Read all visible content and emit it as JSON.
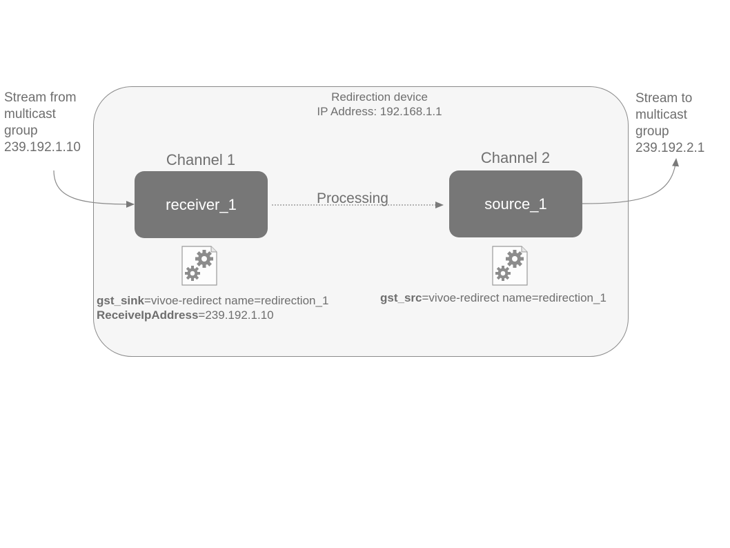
{
  "device": {
    "title": "Redirection device",
    "ip": "IP Address: 192.168.1.1"
  },
  "input_stream": {
    "lines": [
      "Stream from",
      "multicast",
      "group",
      "239.192.1.10"
    ]
  },
  "output_stream": {
    "lines": [
      "Stream to",
      "multicast",
      "group",
      "239.192.2.1"
    ]
  },
  "channel1": {
    "label": "Channel 1",
    "node": "receiver_1",
    "config": [
      {
        "key": "gst_sink",
        "value": "=vivoe-redirect name=redirection_1"
      },
      {
        "key": "ReceiveIpAddress",
        "value": "=239.192.1.10"
      }
    ]
  },
  "channel2": {
    "label": "Channel 2",
    "node": "source_1",
    "config": [
      {
        "key": "gst_src",
        "value": "=vivoe-redirect name=redirection_1"
      }
    ]
  },
  "edge_label": "Processing",
  "icons": {
    "config": "settings-file-icon"
  }
}
